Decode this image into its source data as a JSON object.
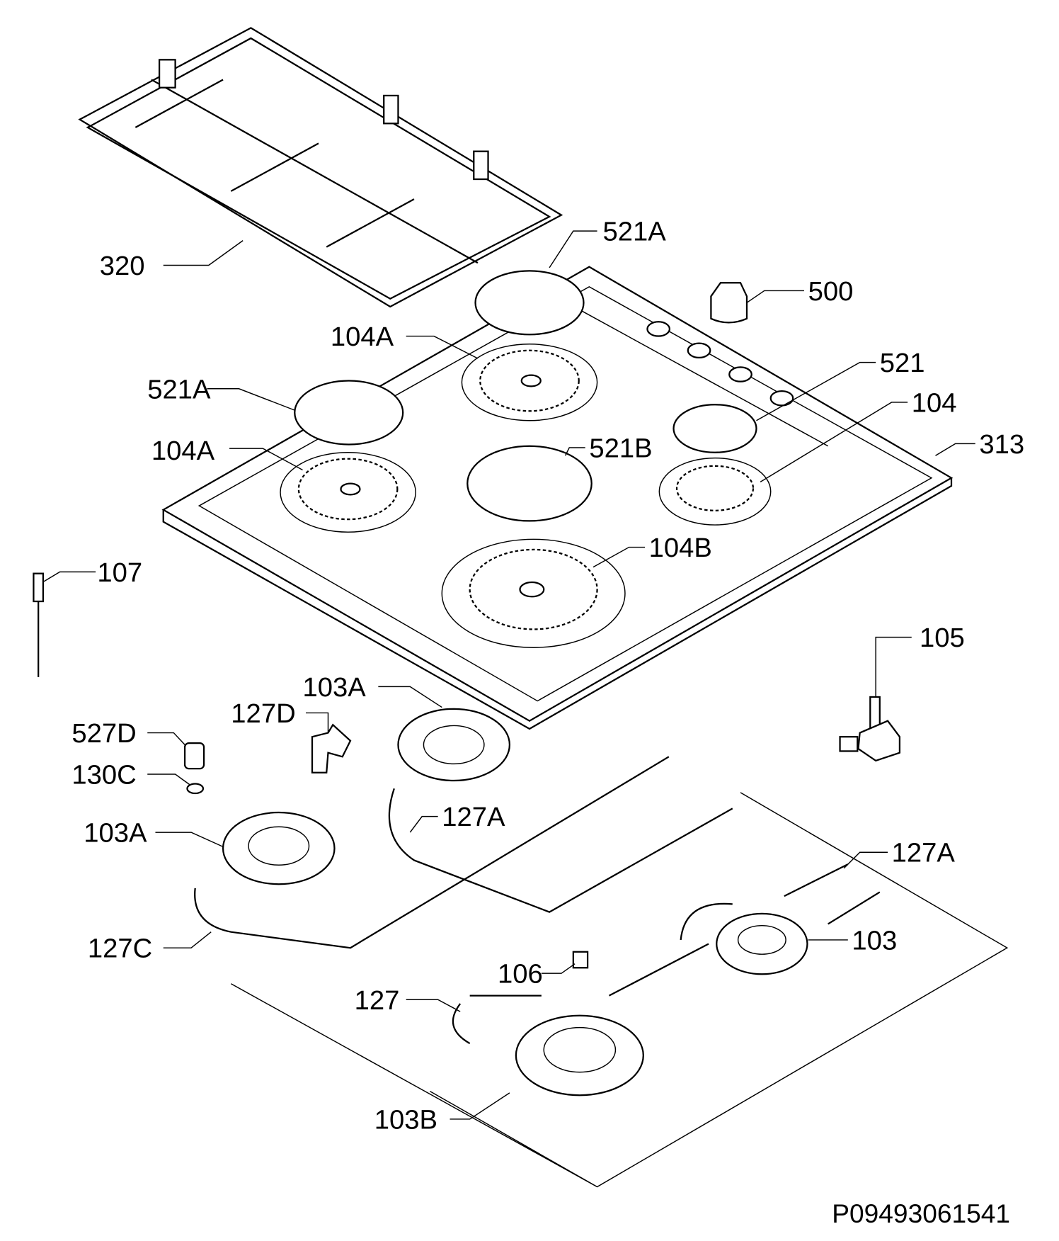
{
  "labels": {
    "grate": "320",
    "cap_521a_top": "521A",
    "knob": "500",
    "ring_104a_top": "104A",
    "cap_521a_left": "521A",
    "cap_521": "521",
    "ring_104": "104",
    "ring_104a_left": "104A",
    "cap_521b": "521B",
    "hob": "313",
    "ring_104b": "104B",
    "thermocouple": "107",
    "tap": "105",
    "burner_103a_top": "103A",
    "elbow_127d": "127D",
    "nut_527d": "527D",
    "washer_130c": "130C",
    "pipe_127a_mid": "127A",
    "burner_103a_left": "103A",
    "pipe_127a_right": "127A",
    "pipe_127c": "127C",
    "burner_103": "103",
    "injector_106": "106",
    "pipe_127": "127",
    "burner_103b": "103B"
  },
  "drawing_code": "P09493061541"
}
